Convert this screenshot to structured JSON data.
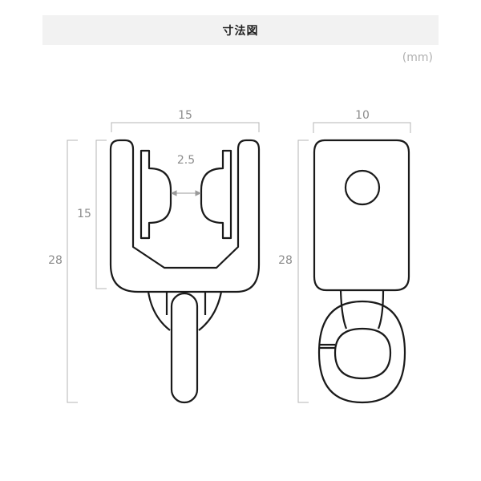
{
  "header": {
    "title": "寸法図"
  },
  "unit": "(mm)",
  "front_view": {
    "width_label": "15",
    "inner_gap_label": "2.5",
    "upper_height_label": "15",
    "total_height_label": "28"
  },
  "side_view": {
    "width_label": "10",
    "total_height_label": "28"
  },
  "colors": {
    "line": "#1a1a1a",
    "dimension": "#b5b5b5",
    "text": "#8c8c8c",
    "title_bg": "#f2f2f2"
  }
}
